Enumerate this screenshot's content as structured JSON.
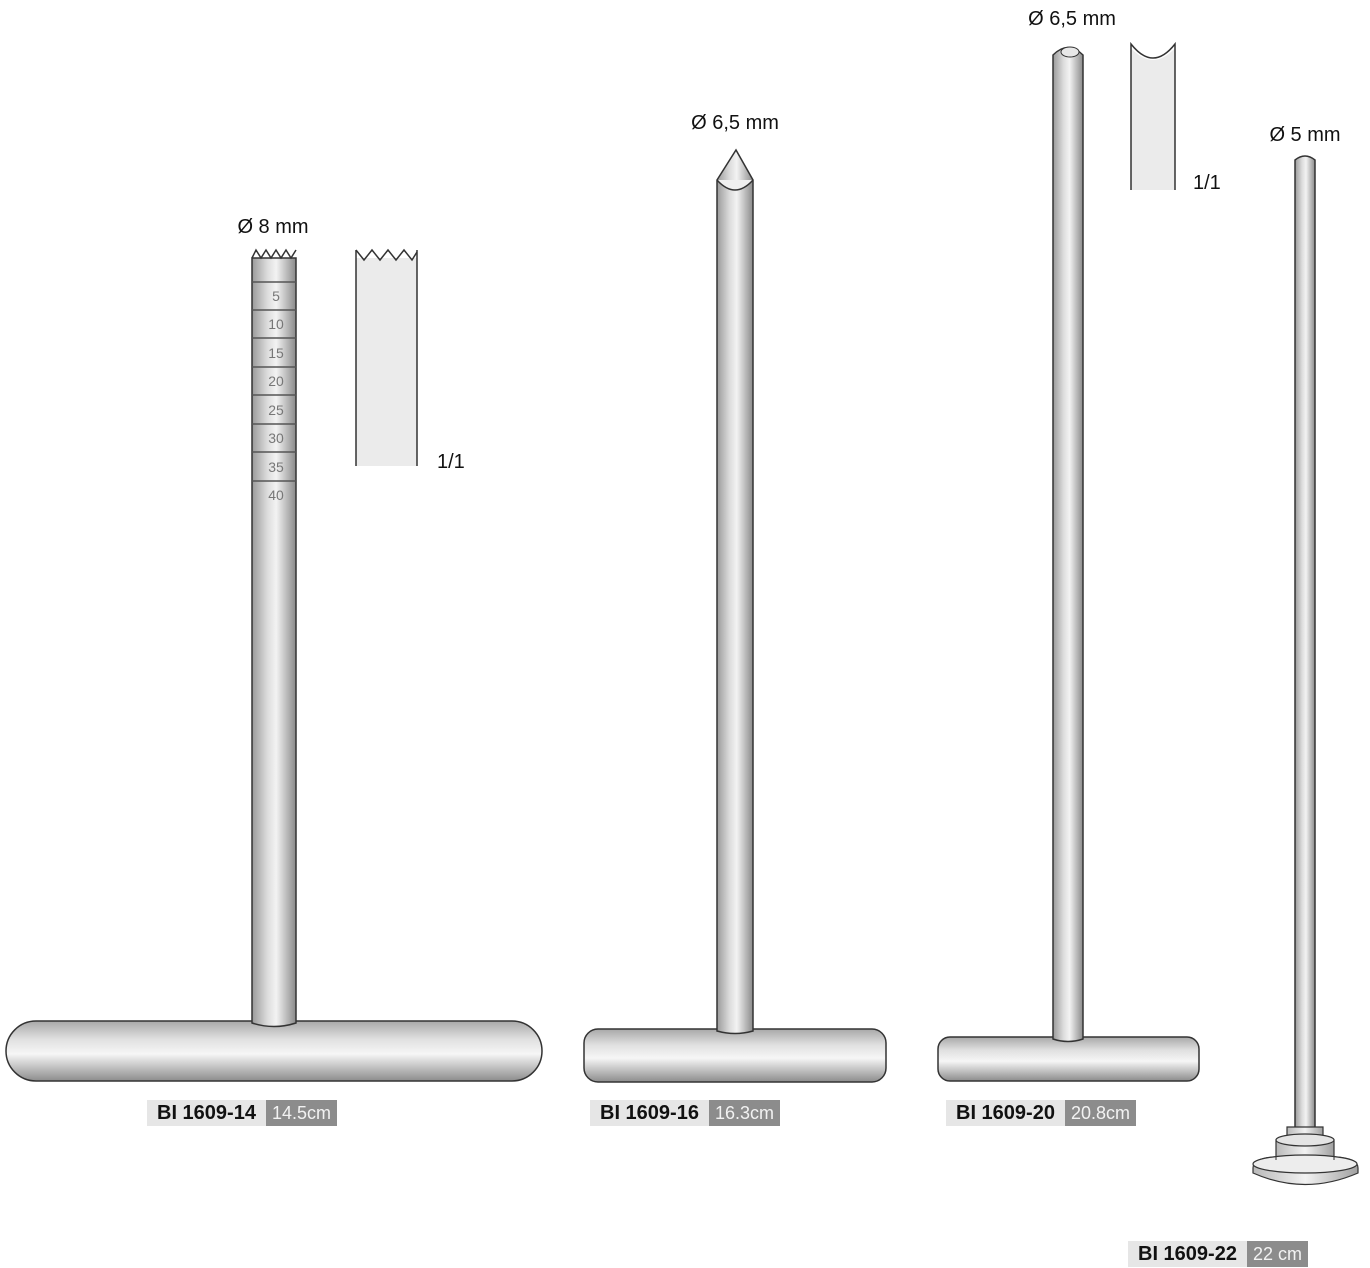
{
  "instruments": [
    {
      "code": "BI 1609-14",
      "length": "14.5cm",
      "diameter": "Ø 8 mm",
      "scale_label": "1/1",
      "marks": [
        "5",
        "10",
        "15",
        "20",
        "25",
        "30",
        "35",
        "40"
      ]
    },
    {
      "code": "BI 1609-16",
      "length": "16.3cm",
      "diameter": "Ø 6,5 mm"
    },
    {
      "code": "BI 1609-20",
      "length": "20.8cm",
      "diameter": "Ø 6,5 mm",
      "scale_label": "1/1"
    },
    {
      "code": "BI 1609-22",
      "length": "22 cm",
      "diameter": "Ø 5 mm"
    }
  ],
  "colors": {
    "metal_dark": "#8f8f8f",
    "metal_mid": "#d6d6d6",
    "metal_light": "#f2f2f2",
    "outline": "#333333",
    "label_bg": "#e6e6e6",
    "length_bg": "#8c8c8c"
  }
}
